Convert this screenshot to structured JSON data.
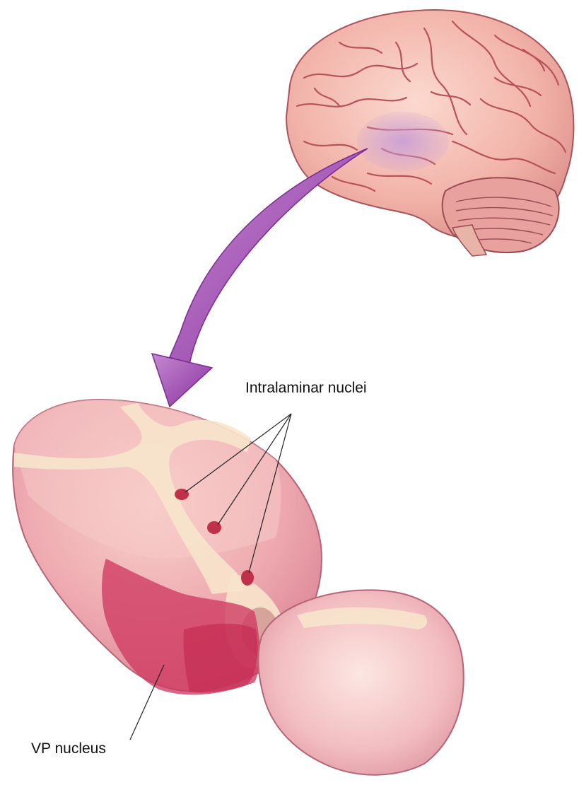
{
  "labels": {
    "intralaminar": "Intralaminar nuclei",
    "vp": "VP nucleus"
  },
  "colors": {
    "brain": "#f2b3a9",
    "brain_sulci": "#b8525a",
    "highlight": "#b585c9",
    "arrow": "#9a3fae",
    "thalamus": "#eda3aa",
    "lamina": "#f7e4cc",
    "vp_nucleus": "#cf3a61",
    "nuclei_dots": "#c0304a"
  },
  "icons": {
    "brain": "brain-icon",
    "arrow": "curved-arrow"
  }
}
